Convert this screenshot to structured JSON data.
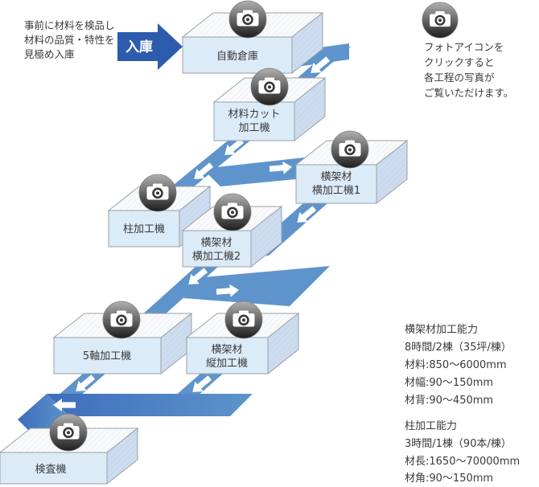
{
  "annotations": {
    "intro": {
      "lines": [
        "事前に材料を検品し",
        "材料の品質・特性を",
        "見極め入庫"
      ]
    },
    "inbound_arrow_label": "入庫",
    "photo_hint": {
      "lines": [
        "フォトアイコンを",
        "クリックすると",
        "各工程の写真が",
        "ご覧いただけます。"
      ]
    },
    "beam_capacity": {
      "lines": [
        "横架材加工能力",
        "8時間/2棟（35坪/棟）",
        "材料:850～6000mm",
        "材幅:90～150mm",
        "材背:90～450mm"
      ]
    },
    "post_capacity": {
      "lines": [
        "柱加工能力",
        "3時間/1棟（90本/棟）",
        "材長:1650～70000mm",
        "材角:90～150mm"
      ]
    }
  },
  "nodes": {
    "auto_warehouse": {
      "label": "自動倉庫"
    },
    "material_cut": {
      "label_line1": "材料カット",
      "label_line2": "加工機"
    },
    "beam_horizontal_1": {
      "label_line1": "横架材",
      "label_line2": "横加工機1"
    },
    "post_machine": {
      "label": "柱加工機"
    },
    "beam_horizontal_2": {
      "label_line1": "横架材",
      "label_line2": "横加工機2"
    },
    "five_axis": {
      "label": "5軸加工機"
    },
    "beam_vertical": {
      "label_line1": "横架材",
      "label_line2": "縦加工機"
    },
    "inspection": {
      "label": "検査機"
    }
  },
  "colors": {
    "ribbon": "#5E94CB",
    "ribbon_dark": "#4478C4",
    "inbound_arrow": "#2D5CAE",
    "box_front": "#DCEBF8",
    "text": "#3A3A3A"
  }
}
